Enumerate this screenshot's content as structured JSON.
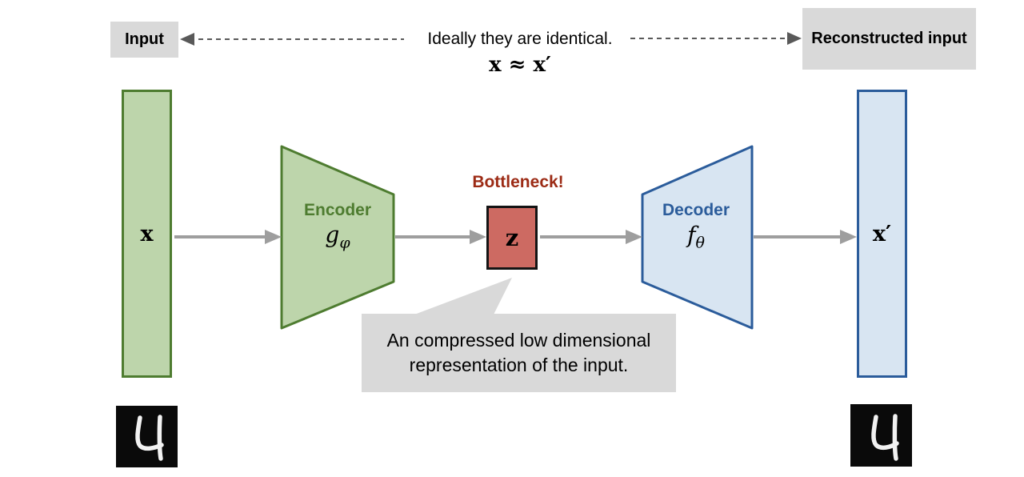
{
  "top": {
    "input_label": "Input",
    "reconstructed_label": "Reconstructed input",
    "identical_text": "Ideally they are identical.",
    "approx_equation": "x ≈ x′"
  },
  "pipeline": {
    "input_vector_label": "x",
    "encoder": {
      "label": "Encoder",
      "symbol_base": "g",
      "symbol_sub": "φ"
    },
    "bottleneck": {
      "title": "Bottleneck!",
      "code_label": "z"
    },
    "decoder": {
      "label": "Decoder",
      "symbol_base": "f",
      "symbol_sub": "θ"
    },
    "output_vector_label": "x′"
  },
  "callout": {
    "line1": "An compressed low dimensional",
    "line2": "representation of the input."
  },
  "digits": {
    "left_value": "4",
    "right_value": "4"
  },
  "colors": {
    "green_fill": "#bdd5ab",
    "green_border": "#4e7c30",
    "blue_fill": "#d8e5f2",
    "blue_border": "#2b5c9b",
    "bottleneck_fill": "#cd6a62",
    "bottleneck_border": "#141414",
    "bottleneck_text": "#9c2b15",
    "gray_box": "#d9d9d9",
    "arrow_gray": "#9e9e9e",
    "dashed_arrow_gray": "#595959"
  }
}
